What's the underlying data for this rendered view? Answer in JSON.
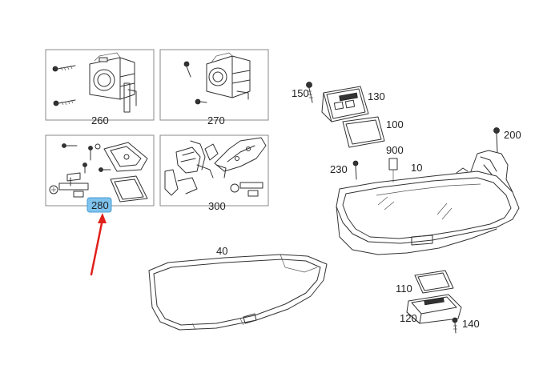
{
  "diagram": {
    "callouts": {
      "c260": "260",
      "c270": "270",
      "c280": "280",
      "c300": "300",
      "c150": "150",
      "c130": "130",
      "c100": "100",
      "c200": "200",
      "c900": "900",
      "c230": "230",
      "c10": "10",
      "c40": "40",
      "c110": "110",
      "c120": "120",
      "c140": "140"
    },
    "highlight": {
      "callout": "280",
      "color": "#7ec3ee"
    },
    "arrow_color": "#e0201b"
  }
}
